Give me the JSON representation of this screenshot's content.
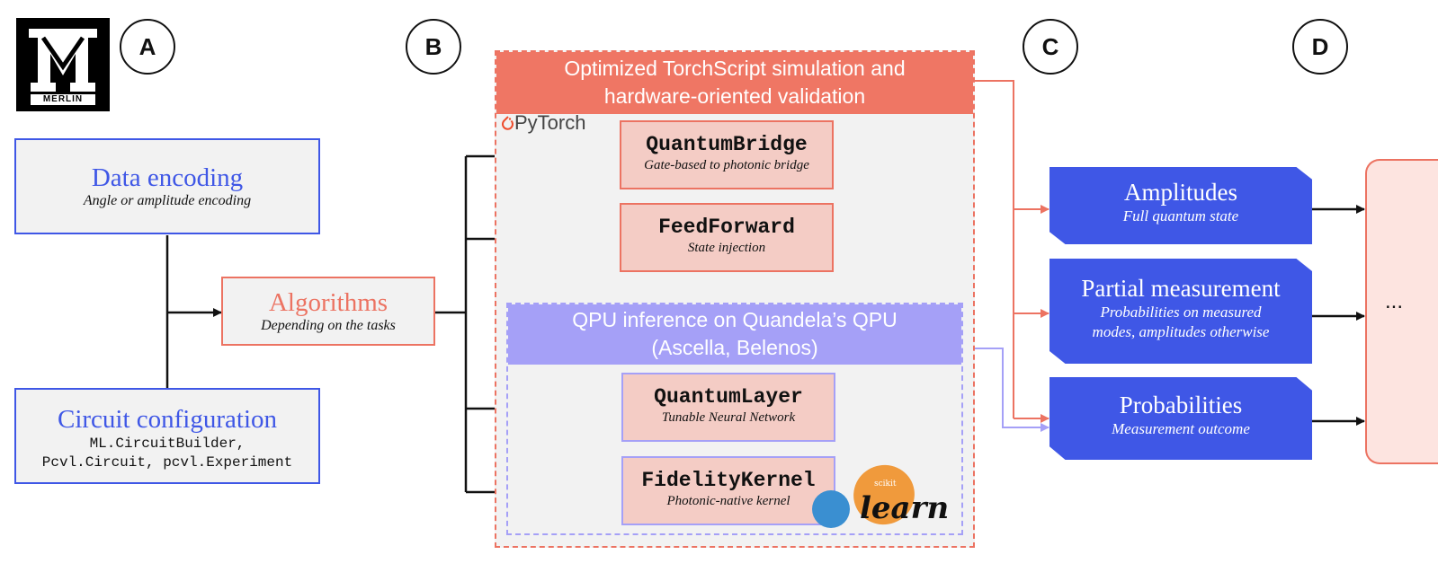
{
  "logo": {
    "text": "MERLIN"
  },
  "sections": {
    "a": "A",
    "b": "B",
    "c": "C",
    "d": "D"
  },
  "inputs": {
    "data_encoding": {
      "title": "Data encoding",
      "subtitle": "Angle or amplitude encoding"
    },
    "circuit_configuration": {
      "title": "Circuit configuration",
      "line1": "ML.CircuitBuilder,",
      "line2": "Pcvl.Circuit, pcvl.Experiment"
    }
  },
  "algorithms": {
    "title": "Algorithms",
    "subtitle": "Depending on the tasks"
  },
  "simulation_panel": {
    "title_line1": "Optimized TorchScript simulation and",
    "title_line2": "hardware-oriented validation",
    "framework": "PyTorch"
  },
  "components": {
    "quantum_bridge": {
      "name": "QuantumBridge",
      "description": "Gate-based to photonic bridge"
    },
    "feed_forward": {
      "name": "FeedForward",
      "description": "State injection"
    },
    "quantum_layer": {
      "name": "QuantumLayer",
      "description": "Tunable Neural Network"
    },
    "fidelity_kernel": {
      "name": "FidelityKernel",
      "description": "Photonic-native kernel"
    }
  },
  "qpu_panel": {
    "title_line1": "QPU inference on Quandela’s QPU",
    "title_line2": "(Ascella, Belenos)"
  },
  "scikit_learn": {
    "small": "scikit",
    "big": "learn"
  },
  "outputs": {
    "amplitudes": {
      "title": "Amplitudes",
      "subtitle": "Full quantum state"
    },
    "partial_measurement": {
      "title": "Partial measurement",
      "subtitle_line1": "Probabilities on measured",
      "subtitle_line2": "modes, amplitudes otherwise"
    },
    "probabilities": {
      "title": "Probabilities",
      "subtitle": "Measurement outcome"
    }
  },
  "continuation": "...",
  "colors": {
    "blue": "#3f57e6",
    "coral": "#ec7362",
    "lavender": "#a5a0f7",
    "pink_fill": "#f4ccc5",
    "panel_gray": "#f2f2f2"
  }
}
